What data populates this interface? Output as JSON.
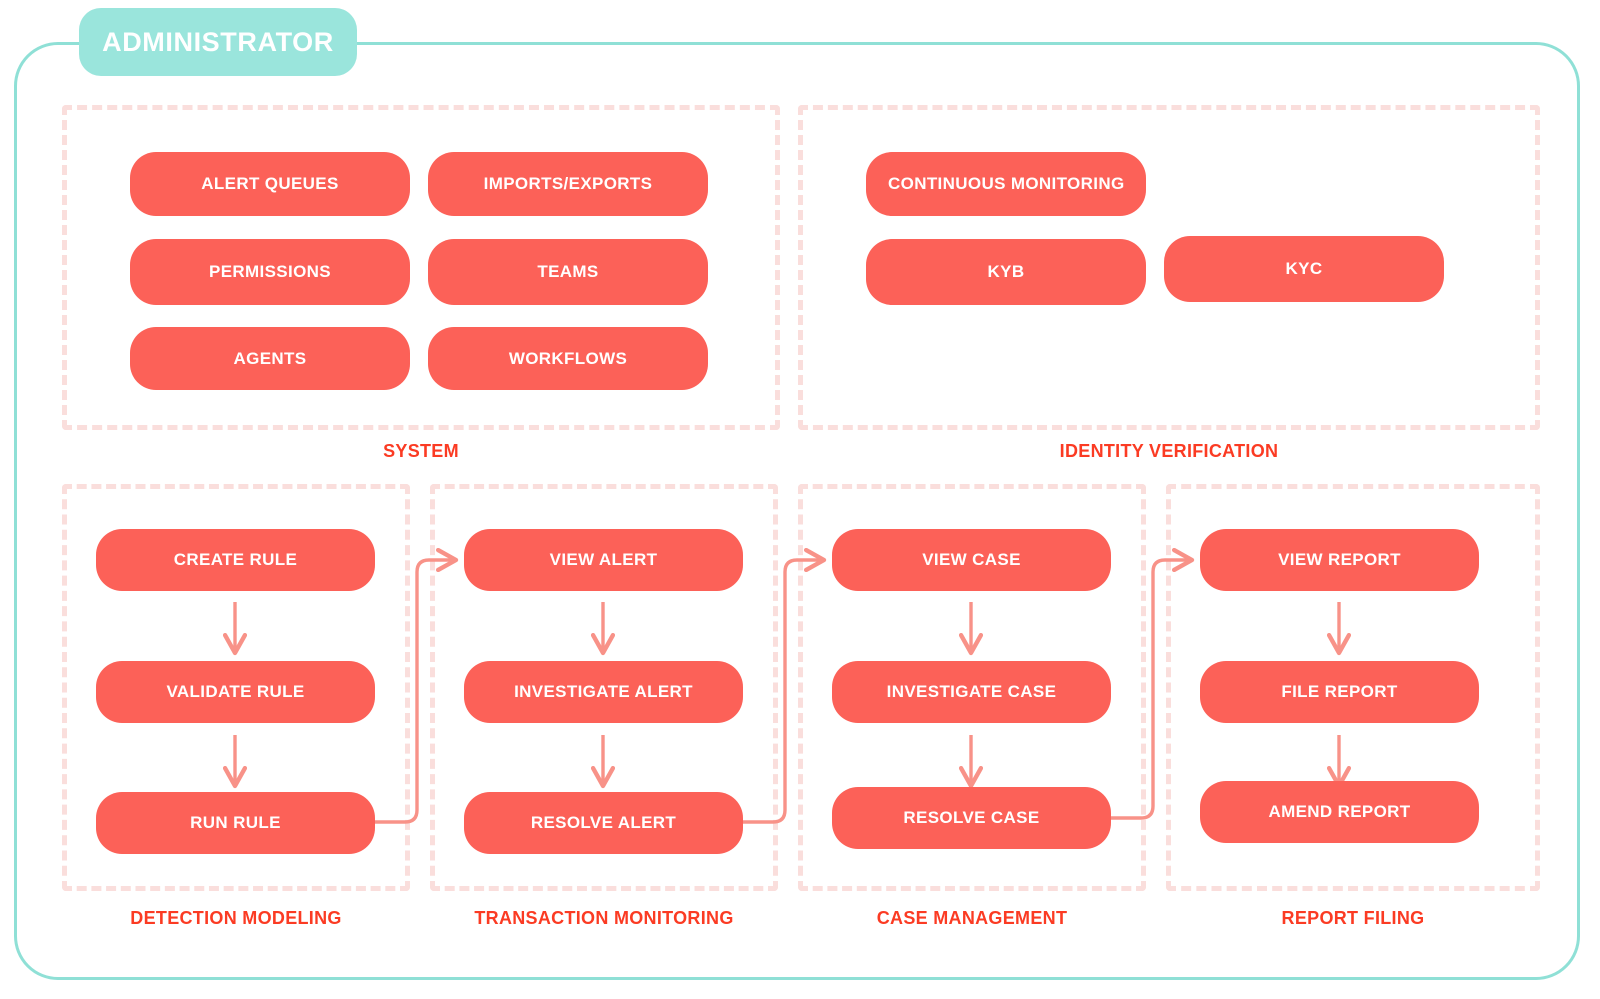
{
  "badge": {
    "label": "ADMINISTRATOR",
    "color": "#9AE5DC"
  },
  "frame": {
    "border_color": "#8FE0D6"
  },
  "palette": {
    "pill": "#FC6158",
    "pill_text": "#FFFFFF",
    "group_border": "#FADEDC",
    "group_label": "#FB3B23",
    "connector": "#F89288"
  },
  "groups": [
    {
      "id": "system",
      "label": "SYSTEM",
      "items": [
        {
          "label": "ALERT QUEUES"
        },
        {
          "label": "IMPORTS/EXPORTS"
        },
        {
          "label": "PERMISSIONS"
        },
        {
          "label": "TEAMS"
        },
        {
          "label": "AGENTS"
        },
        {
          "label": "WORKFLOWS"
        }
      ]
    },
    {
      "id": "identity-verification",
      "label": "IDENTITY VERIFICATION",
      "items": [
        {
          "label": "CONTINUOUS MONITORING"
        },
        {
          "label": "KYB"
        },
        {
          "label": "KYC"
        }
      ]
    },
    {
      "id": "detection-modeling",
      "label": "DETECTION MODELING",
      "items": [
        {
          "label": "CREATE RULE"
        },
        {
          "label": "VALIDATE RULE"
        },
        {
          "label": "RUN RULE"
        }
      ]
    },
    {
      "id": "transaction-monitoring",
      "label": "TRANSACTION MONITORING",
      "items": [
        {
          "label": "VIEW ALERT"
        },
        {
          "label": "INVESTIGATE ALERT"
        },
        {
          "label": "RESOLVE ALERT"
        }
      ]
    },
    {
      "id": "case-management",
      "label": "CASE MANAGEMENT",
      "items": [
        {
          "label": "VIEW CASE"
        },
        {
          "label": "INVESTIGATE CASE"
        },
        {
          "label": "RESOLVE CASE"
        }
      ]
    },
    {
      "id": "report-filing",
      "label": "REPORT FILING",
      "items": [
        {
          "label": "VIEW REPORT"
        },
        {
          "label": "FILE REPORT"
        },
        {
          "label": "AMEND REPORT"
        }
      ]
    }
  ]
}
